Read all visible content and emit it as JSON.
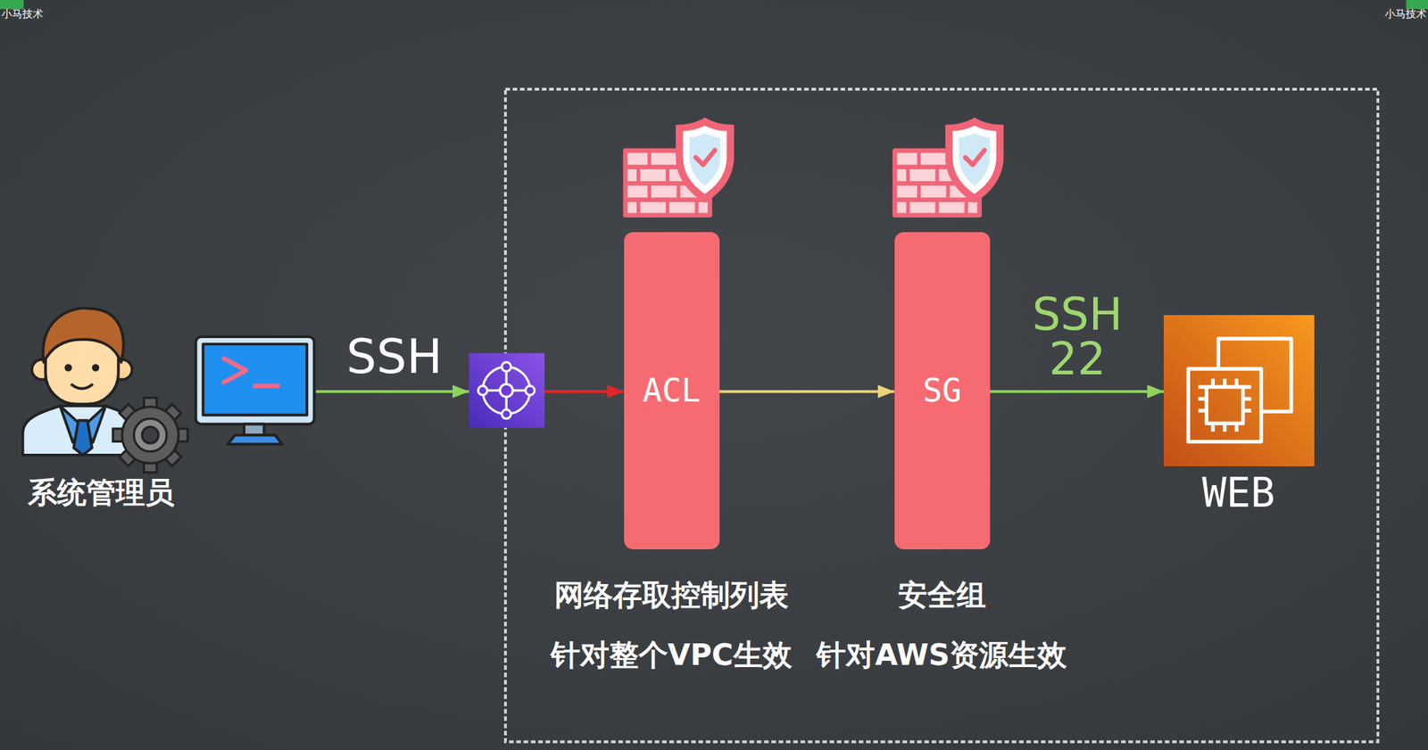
{
  "diagram": {
    "nodes": [
      {
        "text": [
          "系统管理员"
        ]
      },
      {
        "text": [
          "ACL",
          "网络存取控制列表",
          "针对整个VPC生效"
        ]
      },
      {
        "text": [
          "SG",
          "安全组",
          "针对AWS资源生效"
        ]
      },
      {
        "text": [
          "WEB"
        ]
      }
    ],
    "edges": [
      {
        "from": 0,
        "to": 1,
        "arrow": "to",
        "label": "SSH"
      },
      {
        "from": 1,
        "to": 2,
        "arrow": "to"
      },
      {
        "from": 2,
        "to": 3,
        "arrow": "to",
        "label": "SSH 22"
      }
    ],
    "labels": [
      "小马技术",
      "小马技术"
    ]
  }
}
